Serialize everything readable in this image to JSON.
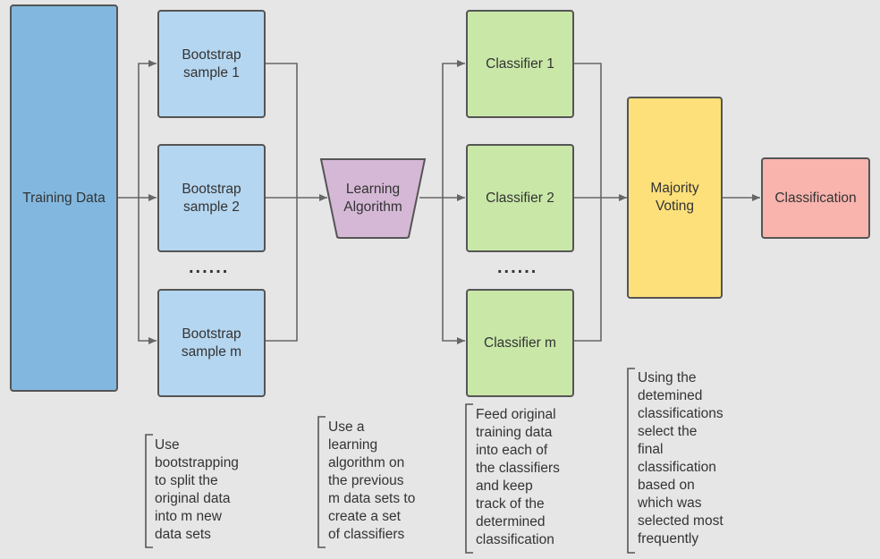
{
  "nodes": {
    "training_data": "Training Data",
    "bootstrap_1": "Bootstrap\nsample 1",
    "bootstrap_2": "Bootstrap\nsample 2",
    "bootstrap_m": "Bootstrap\nsample m",
    "learning_algorithm": "Learning\nAlgorithm",
    "classifier_1": "Classifier 1",
    "classifier_2": "Classifier 2",
    "classifier_m": "Classifier m",
    "majority_voting": "Majority\nVoting",
    "classification": "Classification"
  },
  "ellipsis": "......",
  "notes": {
    "bootstrapping": "Use\nbootstrapping\nto split the\noriginal data\ninto m new\ndata sets",
    "learning": "Use a\nlearning\nalgorithm on\nthe previous\nm data sets to\ncreate a set\nof classifiers",
    "feeding": "Feed original\ntraining data\ninto each of\nthe classifiers\nand keep\ntrack of the\ndetermined\nclassification",
    "voting": "Using the\ndetemined\nclassifications\nselect the\nfinal\nclassification\nbased on\nwhich was\nselected most\nfrequently"
  },
  "colors": {
    "training_data": "#82b8e0",
    "bootstrap": "#b5d6f0",
    "learning_algorithm": "#d5b8d6",
    "classifier": "#c9e8a8",
    "majority_voting": "#fde07a",
    "classification": "#f8b4ad",
    "connector": "#666666"
  }
}
